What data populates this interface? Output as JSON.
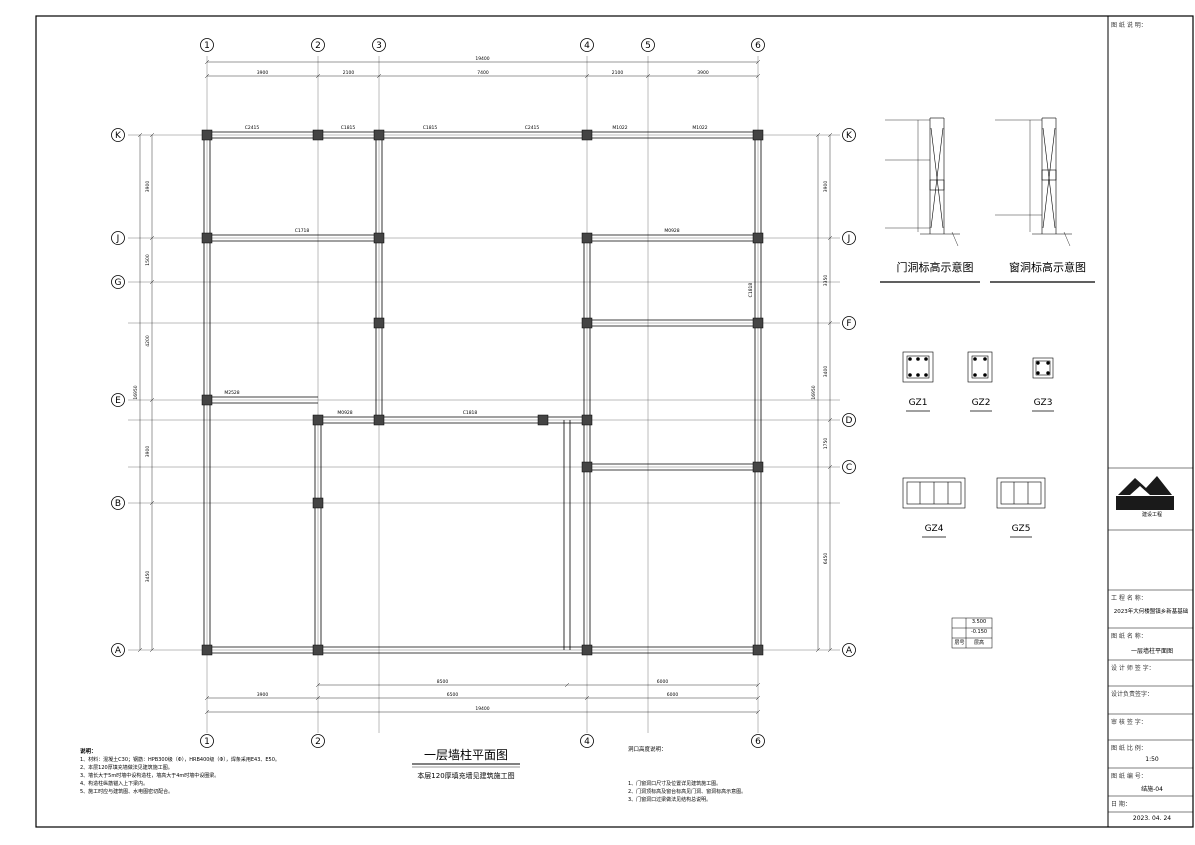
{
  "drawing": {
    "main_title": "一层墙柱平面图",
    "main_subtitle": "本层120厚填充墙见建筑施工图",
    "door_detail_title": "门洞标高示意图",
    "window_detail_title": "窗洞标高示意图"
  },
  "grid_top": [
    "1",
    "2",
    "3",
    "4",
    "5",
    "6"
  ],
  "grid_bottom": [
    "1",
    "2",
    "4",
    "6"
  ],
  "grid_left": [
    "K",
    "J",
    "G",
    "E",
    "B",
    "A"
  ],
  "grid_right": [
    "K",
    "J",
    "F",
    "D",
    "C",
    "A"
  ],
  "dims_top_total": "19400",
  "dims_top": [
    "3900",
    "2100",
    "7400",
    "2100",
    "3900"
  ],
  "dims_bottom_total": "19400",
  "dims_bottom": [
    "3900",
    "6500",
    "6000"
  ],
  "dims_bottom2": [
    "8500",
    "6000"
  ],
  "dims_left_total": "16950",
  "dims_left": [
    "3900",
    "1500",
    "4200",
    "3900",
    "3450"
  ],
  "dims_right_total": "16950",
  "dims_right": [
    "3900",
    "3350",
    "3400",
    "1750",
    "6450"
  ],
  "column_tags": [
    "GZ1",
    "GZ2",
    "GZ3",
    "GZ4",
    "GZ5"
  ],
  "opening_tags": [
    "C2415",
    "C1815",
    "C1815",
    "C2415",
    "M1022",
    "M1022",
    "C1718",
    "M0928",
    "M2528",
    "M0928",
    "C1818",
    "C1818"
  ],
  "notes": {
    "title": "说明：",
    "items": [
      "1、材料：混凝土C30；钢筋：HPB300级（Φ），HRB400级（Φ），焊条采用E43、E50。",
      "2、本层120厚填充墙做法见建筑施工图。",
      "3、墙长大于5m时墙中设构造柱，墙高大于4m时墙中设圈梁。",
      "4、构造柱纵筋锚入上下梁内。",
      "5、施工时应与建筑图、水电图密切配合。"
    ]
  },
  "opening_notes": {
    "title": "洞口高度说明：",
    "items": [
      "1、门窗洞口尺寸及位置详见建筑施工图。",
      "2、门洞顶标高及窗台标高见门洞、窗洞标高示意图。",
      "3、门窗洞口过梁做法见结构总说明。"
    ]
  },
  "elevation_table": {
    "rows": [
      [
        "",
        "3.500"
      ],
      [
        "",
        "-0.150"
      ],
      [
        "层号",
        "层高"
      ]
    ]
  },
  "title_block": {
    "design_notes_label": "图 纸 说 明：",
    "company_logo_text": "建设工程",
    "project_label": "工 程 名 称：",
    "project_value": "2023年大何楼盟镇乡新基基础",
    "drawing_name_label": "图 纸 名 称：",
    "drawing_name_value": "一层墙柱平面图",
    "designer_label": "设 计 师 签 字：",
    "design_director_label": "设计负责签字：",
    "reviewer_label": "审 核 签 字：",
    "scale_label": "图 纸 比 例：",
    "scale_value": "1:50",
    "number_label": "图 纸 编 号：",
    "number_value": "结施-04",
    "date_label": "日 期：",
    "date_value": "2023. 04. 24"
  }
}
